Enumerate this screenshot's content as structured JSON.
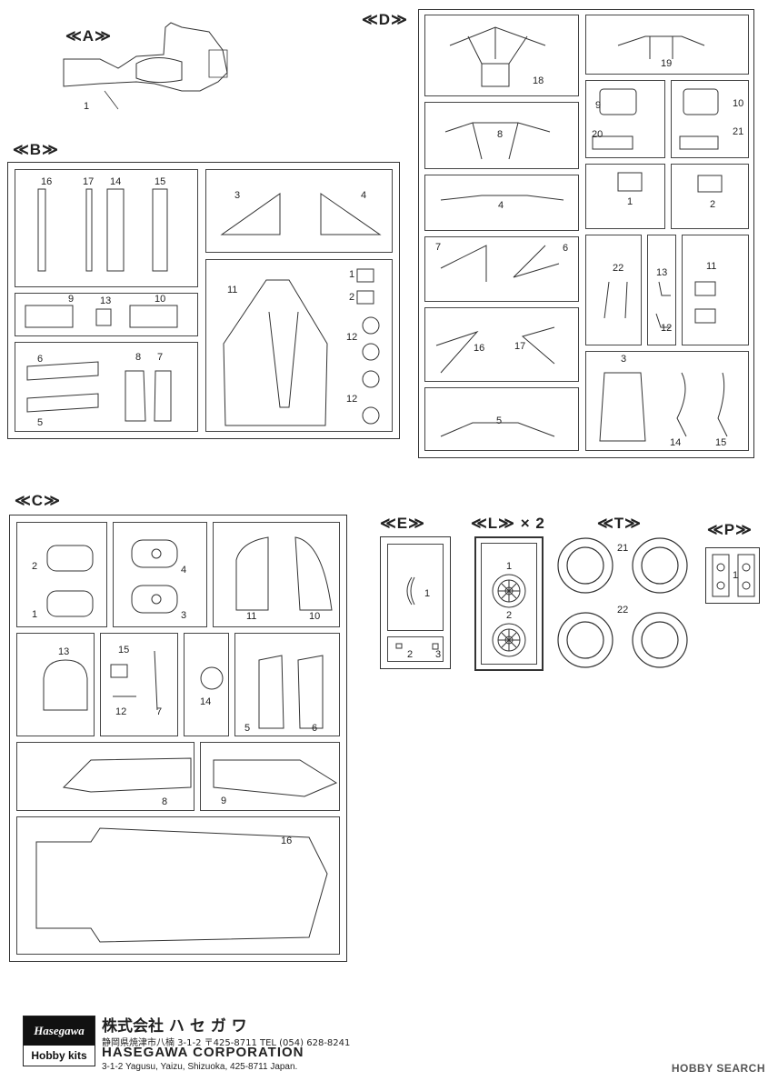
{
  "sprues": {
    "A": {
      "title": "≪A≫",
      "labels": [
        "1"
      ]
    },
    "B": {
      "title": "≪B≫",
      "labels": [
        "16",
        "17",
        "14",
        "15",
        "3",
        "4",
        "9",
        "13",
        "10",
        "11",
        "1",
        "2",
        "12",
        "12",
        "6",
        "5",
        "8",
        "7"
      ]
    },
    "C": {
      "title": "≪C≫",
      "labels": [
        "2",
        "1",
        "4",
        "3",
        "11",
        "10",
        "13",
        "15",
        "12",
        "7",
        "14",
        "5",
        "6",
        "8",
        "9",
        "16"
      ]
    },
    "D": {
      "title": "≪D≫",
      "labels": [
        "18",
        "19",
        "9",
        "10",
        "20",
        "21",
        "8",
        "4",
        "1",
        "2",
        "7",
        "6",
        "22",
        "13",
        "12",
        "11",
        "16",
        "17",
        "3",
        "14",
        "15",
        "5"
      ]
    },
    "E": {
      "title": "≪E≫",
      "labels": [
        "1",
        "2",
        "3"
      ]
    },
    "L": {
      "title": "≪L≫ × 2",
      "labels": [
        "1",
        "2"
      ]
    },
    "T": {
      "title": "≪T≫",
      "labels": [
        "21",
        "22"
      ]
    },
    "P": {
      "title": "≪P≫",
      "labels": [
        "1"
      ]
    }
  },
  "footer": {
    "logo_top": "Hasegawa",
    "logo_bottom": "Hobby kits",
    "company_jp": "株式会社 ハ セ ガ ワ",
    "address_jp": "静岡県焼津市八楠 3-1-2  〒425-8711  TEL (054) 628-8241",
    "company_en": "HASEGAWA  CORPORATION",
    "address_en": "3-1-2 Yagusu, Yaizu, Shizuoka, 425-8711 Japan."
  },
  "watermark": "HOBBY SEARCH"
}
